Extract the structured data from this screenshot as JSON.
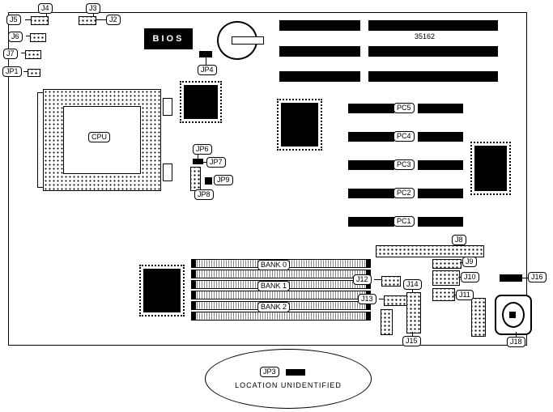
{
  "board": {
    "part_number": "35162",
    "bios_label": "BIOS",
    "cpu_label": "CPU",
    "note_text": "LOCATION UNIDENTIFIED",
    "pci_slots": [
      "PC5",
      "PC4",
      "PC3",
      "PC2",
      "PC1"
    ],
    "memory_banks": [
      "BANK 0",
      "BANK 1",
      "BANK 2"
    ],
    "connectors": {
      "j2": "J2",
      "j3": "J3",
      "j4": "J4",
      "j5": "J5",
      "j6": "J6",
      "j7": "J7",
      "j8": "J8",
      "j9": "J9",
      "j10": "J10",
      "j11": "J11",
      "j12": "J12",
      "j13": "J13",
      "j14": "J14",
      "j15": "J15",
      "j16": "J16",
      "j18": "J18"
    },
    "jumpers": {
      "jp1": "JP1",
      "jp3": "JP3",
      "jp4": "JP4",
      "jp6": "JP6",
      "jp7": "JP7",
      "jp8": "JP8",
      "jp9": "JP9"
    }
  }
}
